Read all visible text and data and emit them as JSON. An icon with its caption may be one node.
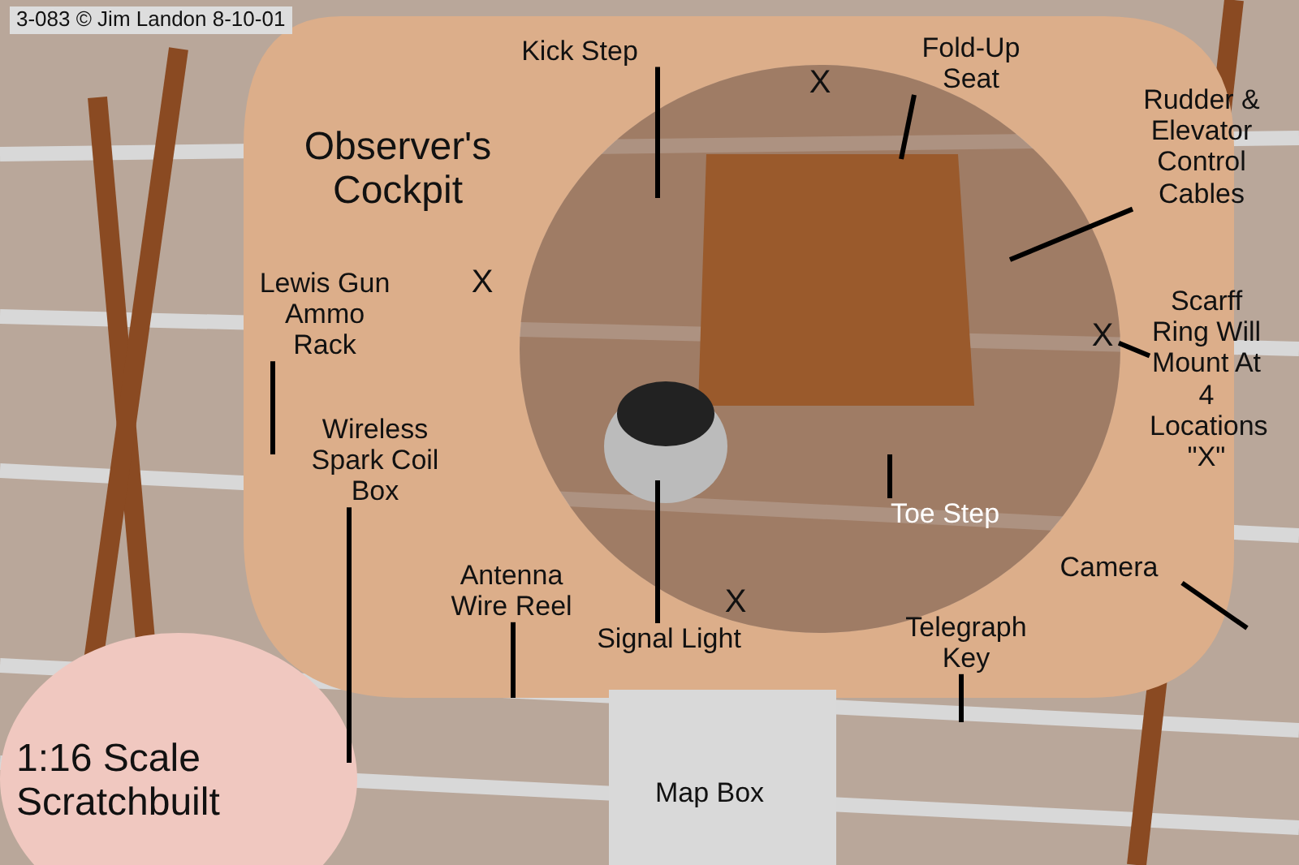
{
  "diagram": {
    "nodes": [
      {
        "text": [
          "Kick Step"
        ]
      },
      {
        "text": [
          "Fold-Up Seat"
        ]
      },
      {
        "text": [
          "Rudder & Elevator Control Cables"
        ]
      },
      {
        "text": [
          "Lewis Gun Ammo Rack"
        ]
      },
      {
        "text": [
          "Scarff Ring Will Mount At 4 Locations \"X\""
        ]
      },
      {
        "text": [
          "X"
        ]
      },
      {
        "text": [
          "Wireless Spark Coil Box"
        ]
      },
      {
        "text": [
          "Toe Step"
        ]
      },
      {
        "text": [
          "Camera"
        ]
      },
      {
        "text": [
          "Antenna Wire Reel"
        ]
      },
      {
        "text": [
          "Signal Light"
        ]
      },
      {
        "text": [
          "Telegraph Key"
        ]
      }
    ],
    "edges": [
      {
        "from": 0,
        "to": null,
        "arrow": "none"
      },
      {
        "from": 1,
        "to": null,
        "arrow": "none"
      },
      {
        "from": 2,
        "to": null,
        "arrow": "none"
      },
      {
        "from": 3,
        "to": null,
        "arrow": "none"
      },
      {
        "from": 4,
        "to": 5,
        "arrow": "none"
      },
      {
        "from": 6,
        "to": null,
        "arrow": "none"
      },
      {
        "from": 7,
        "to": null,
        "arrow": "none"
      },
      {
        "from": 8,
        "to": null,
        "arrow": "none"
      },
      {
        "from": 9,
        "to": null,
        "arrow": "none"
      },
      {
        "from": 10,
        "to": null,
        "arrow": "none"
      },
      {
        "from": 11,
        "to": null,
        "arrow": "none"
      }
    ],
    "labels": [
      "3-083 © Jim Landon 8-10-01",
      "X",
      "Observer's Cockpit",
      "X",
      "X",
      "Map Box",
      "1:16 Scale Scratchbuilt"
    ]
  }
}
